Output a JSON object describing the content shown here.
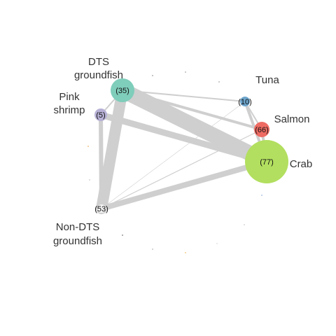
{
  "diagram": {
    "nodes": [
      {
        "id": "dts",
        "label_lines": [
          "DTS",
          "groundfish"
        ],
        "count": "(35)",
        "color": "#7fcdbb"
      },
      {
        "id": "pink",
        "label_lines": [
          "Pink",
          "shrimp"
        ],
        "count": "(5)",
        "color": "#b8b1d6"
      },
      {
        "id": "tuna",
        "label_lines": [
          "Tuna"
        ],
        "count": "(10)",
        "color": "#6ea6cd"
      },
      {
        "id": "salmon",
        "label_lines": [
          "Salmon"
        ],
        "count": "(66)",
        "color": "#ee6b63"
      },
      {
        "id": "crab",
        "label_lines": [
          "Crab"
        ],
        "count": "(77)",
        "color": "#b2df5f"
      },
      {
        "id": "nondts",
        "label_lines": [
          "Non-DTS",
          "groundfish"
        ],
        "count": "(53)",
        "color": "#f2f2f2"
      }
    ],
    "edge_color": "#cfcfcf",
    "edges": [
      {
        "from": "dts",
        "to": "crab",
        "weight": 22
      },
      {
        "from": "dts",
        "to": "nondts",
        "weight": 16
      },
      {
        "from": "pink",
        "to": "crab",
        "weight": 9
      },
      {
        "from": "nondts",
        "to": "crab",
        "weight": 8
      },
      {
        "from": "pink",
        "to": "nondts",
        "weight": 6
      },
      {
        "from": "dts",
        "to": "salmon",
        "weight": 4
      },
      {
        "from": "crab",
        "to": "salmon",
        "weight": 4
      },
      {
        "from": "tuna",
        "to": "crab",
        "weight": 4
      },
      {
        "from": "dts",
        "to": "tuna",
        "weight": 2
      },
      {
        "from": "pink",
        "to": "dts",
        "weight": 2
      },
      {
        "from": "tuna",
        "to": "salmon",
        "weight": 2
      },
      {
        "from": "nondts",
        "to": "salmon",
        "weight": 1.2
      },
      {
        "from": "nondts",
        "to": "tuna",
        "weight": 0.6
      }
    ]
  }
}
